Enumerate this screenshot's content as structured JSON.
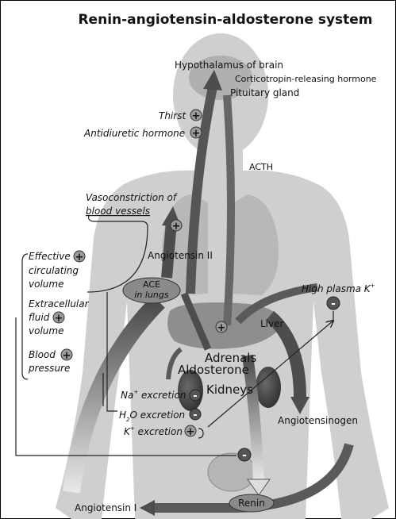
{
  "title": "Renin-angiotensin-aldosterone system",
  "labels": {
    "hypothalamus": "Hypothalamus of brain",
    "crh": "Corticotropin-releasing hormone",
    "pituitary": "Pituitary gland",
    "thirst": "Thirst",
    "adh": "Antidiuretic hormone",
    "acth": "ACTH",
    "vasoconstriction_1": "Vasoconstriction of",
    "vasoconstriction_2": "blood vessels",
    "angiotensin_ii": "Angiotensin II",
    "effective": "Effective",
    "circulating": "circulating",
    "volume": "volume",
    "extracellular": "Extracellular",
    "fluid": "fluid",
    "volume2": "volume",
    "blood": "Blood",
    "pressure": "pressure",
    "ace_1": "ACE",
    "ace_2": "in lungs",
    "high_k": "High plasma K",
    "high_k_sup": "+",
    "liver": "Liver",
    "adrenals": "Adrenals",
    "aldosterone": "Aldosterone",
    "kidneys": "Kidneys",
    "na_excretion_pre": "Na",
    "na_excretion_sup": "+",
    "na_excretion_post": " excretion",
    "h2o_pre": "H",
    "h2o_sub": "2",
    "h2o_post": "O excretion",
    "k_excretion_pre": "K",
    "k_excretion_sup": "+",
    "k_excretion_post": " excretion",
    "angiotensinogen": "Angiotensinogen",
    "renin": "Renin",
    "angiotensin_i": "Angiotensin I"
  },
  "signs": {
    "plus": "+",
    "minus": "-"
  },
  "colors": {
    "body": "#c9c9c9",
    "organ": "#9a9a9a",
    "arrow_dark": "#4d4d4d",
    "border": "#000000"
  }
}
